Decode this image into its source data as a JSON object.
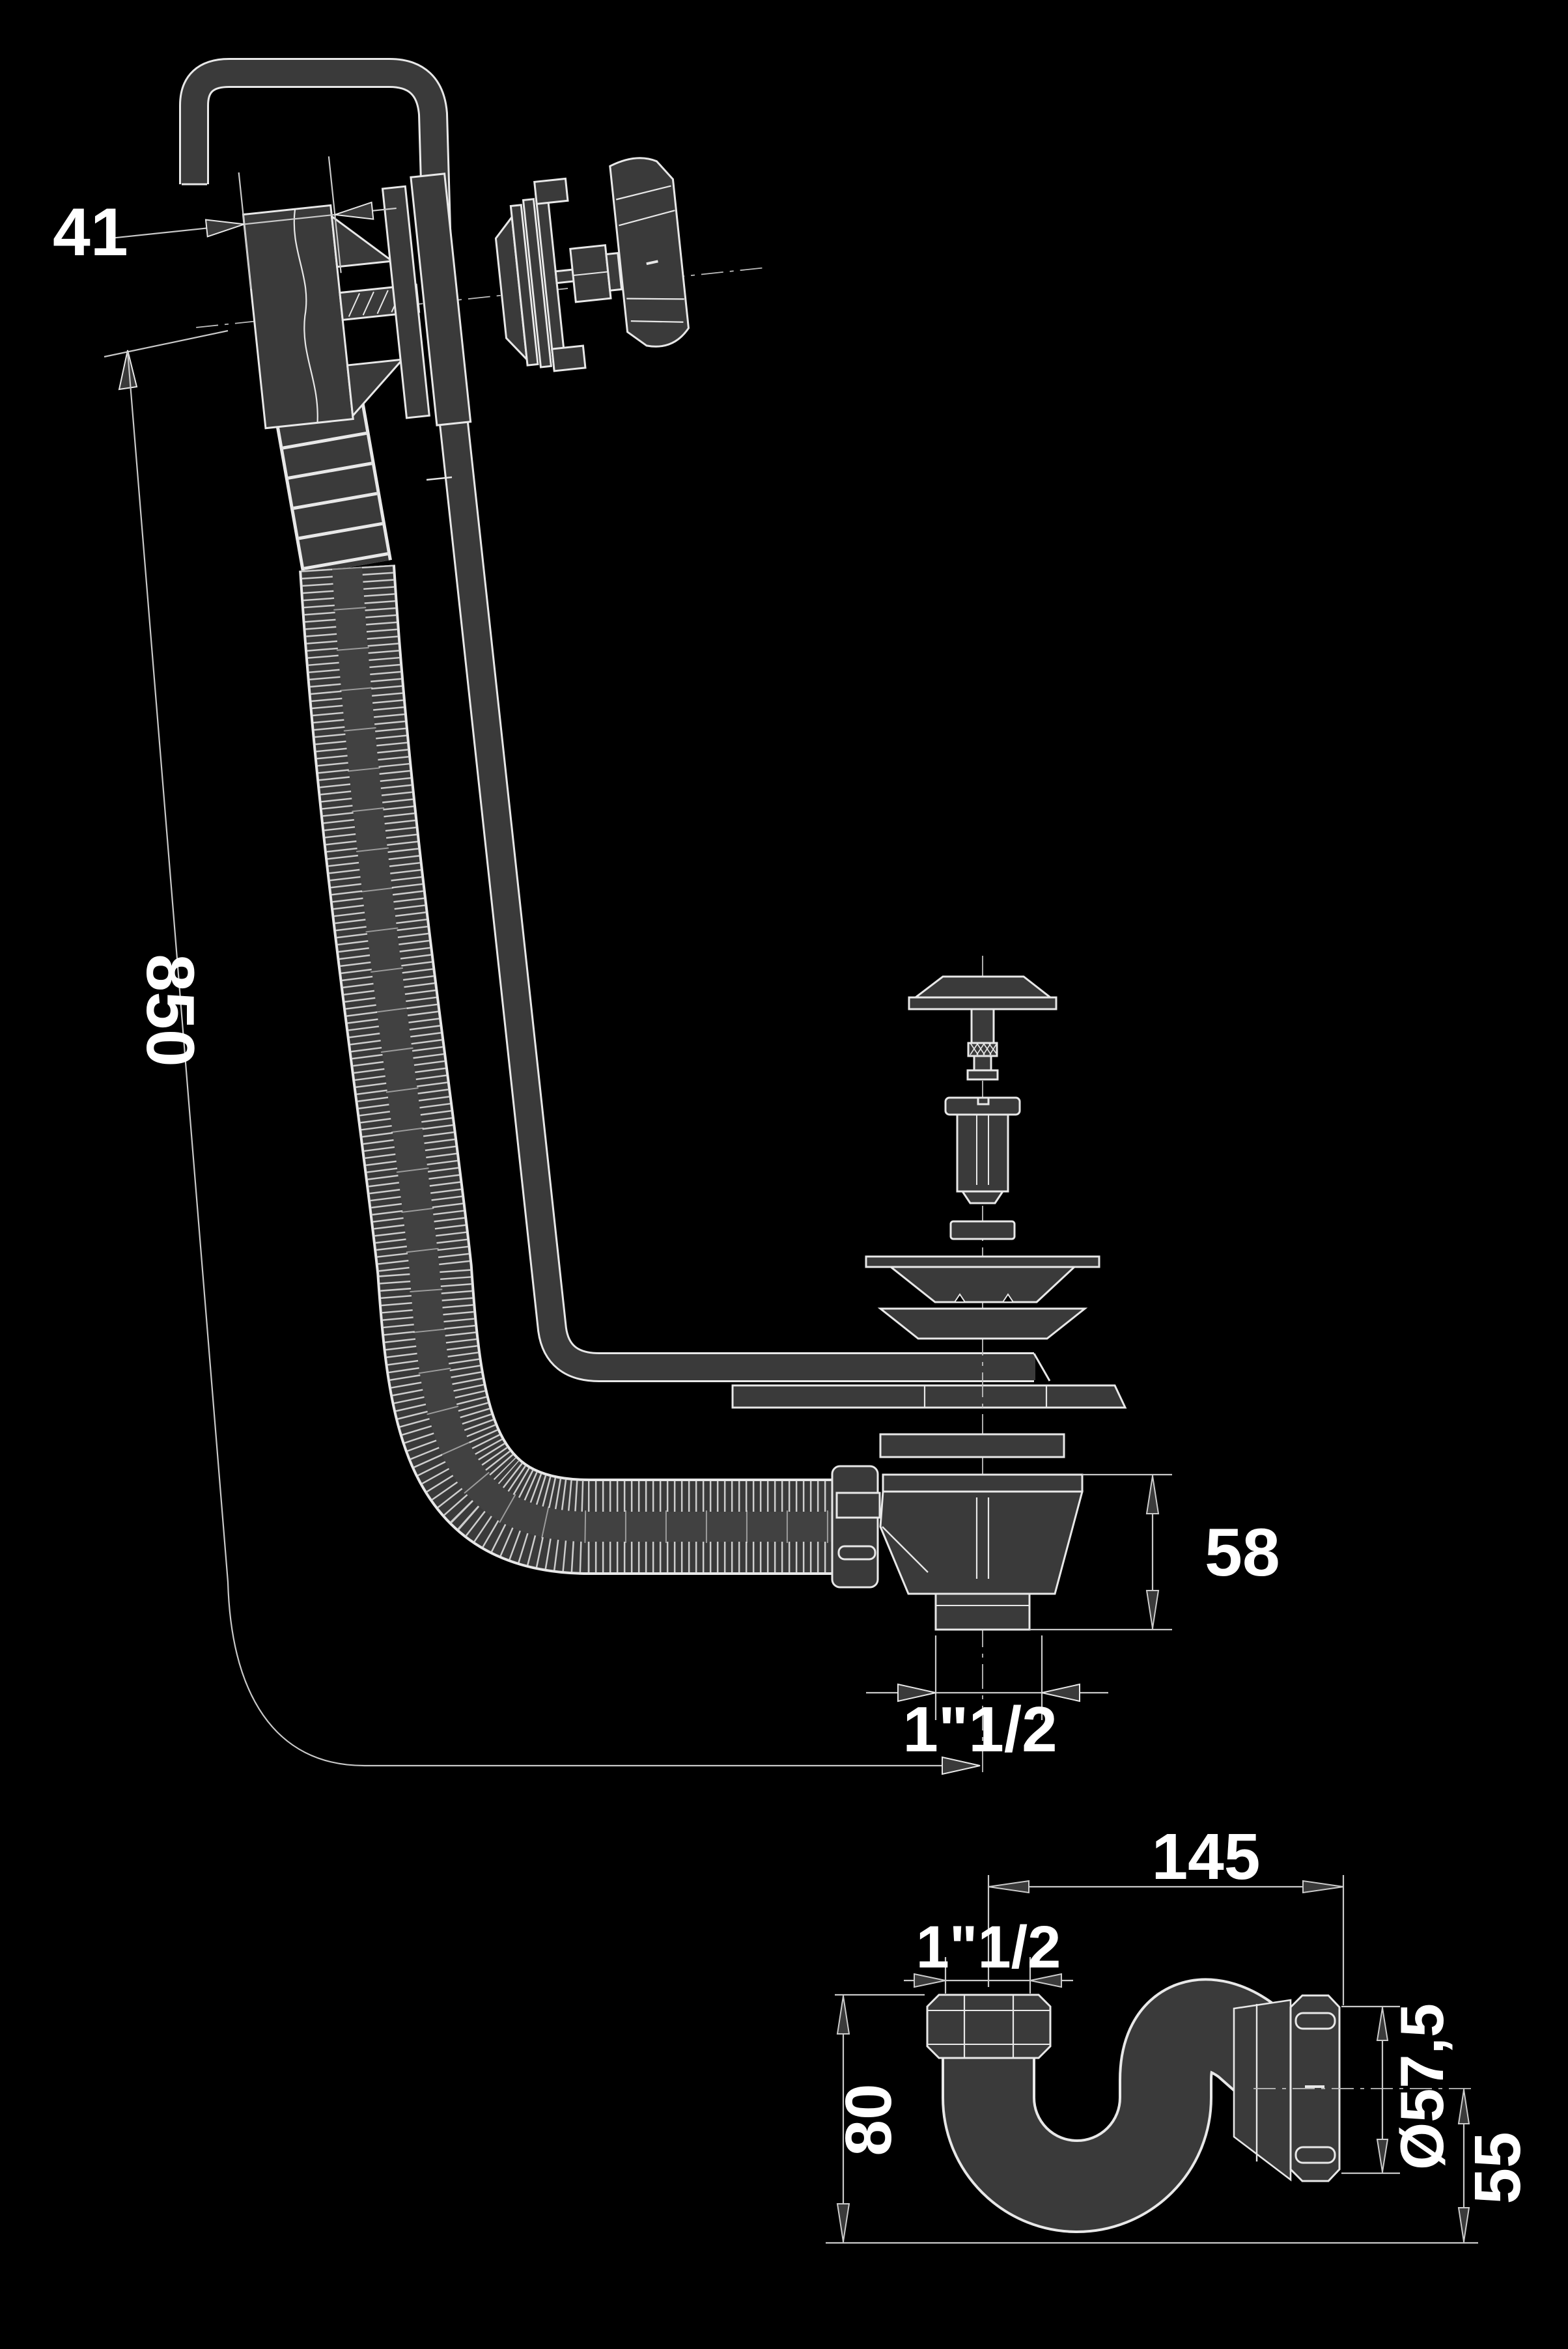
{
  "drawing": {
    "type": "technical-diagram",
    "subject": "bath waste and overflow drain kit with flexible hose and P-trap",
    "colors": {
      "background": "#000000",
      "part_fill": "#3a3a3a",
      "part_fill_light": "#454545",
      "outline": "#e8e8e8",
      "dimension_line": "#c9c9c9",
      "text": "#ffffff"
    }
  },
  "dims": {
    "overflow_width": "41",
    "hose_length": "850",
    "waste_height": "58",
    "waste_outlet_thread": "1\"1/2",
    "trap_length": "145",
    "trap_inlet_thread": "1\"1/2",
    "trap_height": "80",
    "trap_nut_diameter": "Ø57,5",
    "trap_seal_depth": "55"
  }
}
